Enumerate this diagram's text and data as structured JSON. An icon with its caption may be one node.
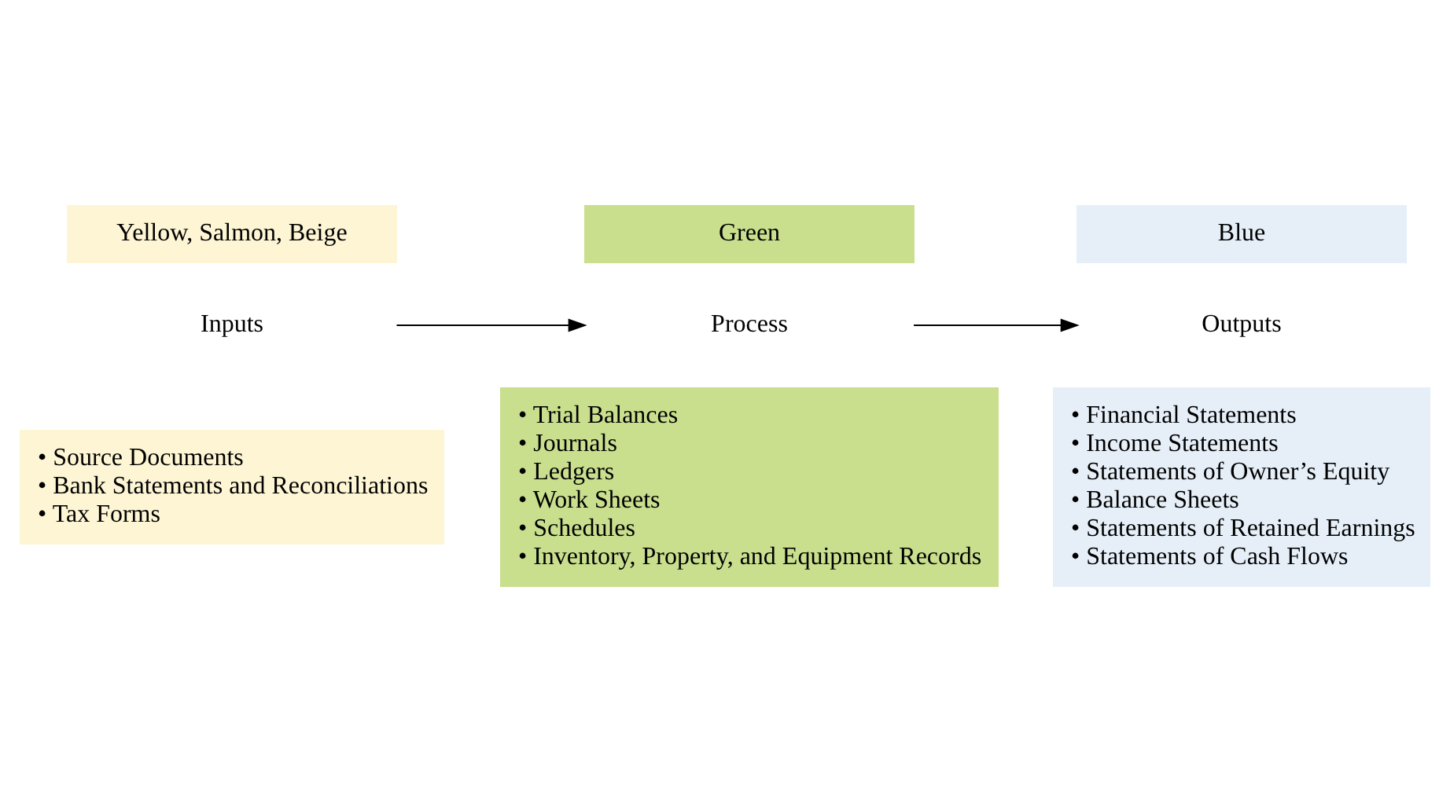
{
  "diagram": {
    "nodes": [
      {
        "text": [
          "Yellow, Salmon, Beige"
        ]
      },
      {
        "text": [
          "Green"
        ]
      },
      {
        "text": [
          "Blue"
        ]
      },
      {
        "text": [
          "Inputs"
        ]
      },
      {
        "text": [
          "Process"
        ]
      },
      {
        "text": [
          "Outputs"
        ]
      },
      {
        "text": [
          "• Source Documents",
          "• Bank Statements and Reconciliations",
          "• Tax Forms"
        ]
      },
      {
        "text": [
          "• Trial Balances",
          "• Journals",
          "• Ledgers",
          "• Work Sheets",
          "• Schedules",
          "• Inventory, Property, and Equipment Records"
        ]
      },
      {
        "text": [
          "• Financial Statements",
          "• Income Statements",
          "• Statements of Owner’s Equity",
          "• Balance Sheets",
          "• Statements of Retained Earnings",
          "• Statements of Cash Flows"
        ]
      }
    ],
    "edges": [
      {
        "from": 3,
        "to": 4,
        "arrow": "to"
      },
      {
        "from": 4,
        "to": 5,
        "arrow": "to"
      }
    ]
  }
}
